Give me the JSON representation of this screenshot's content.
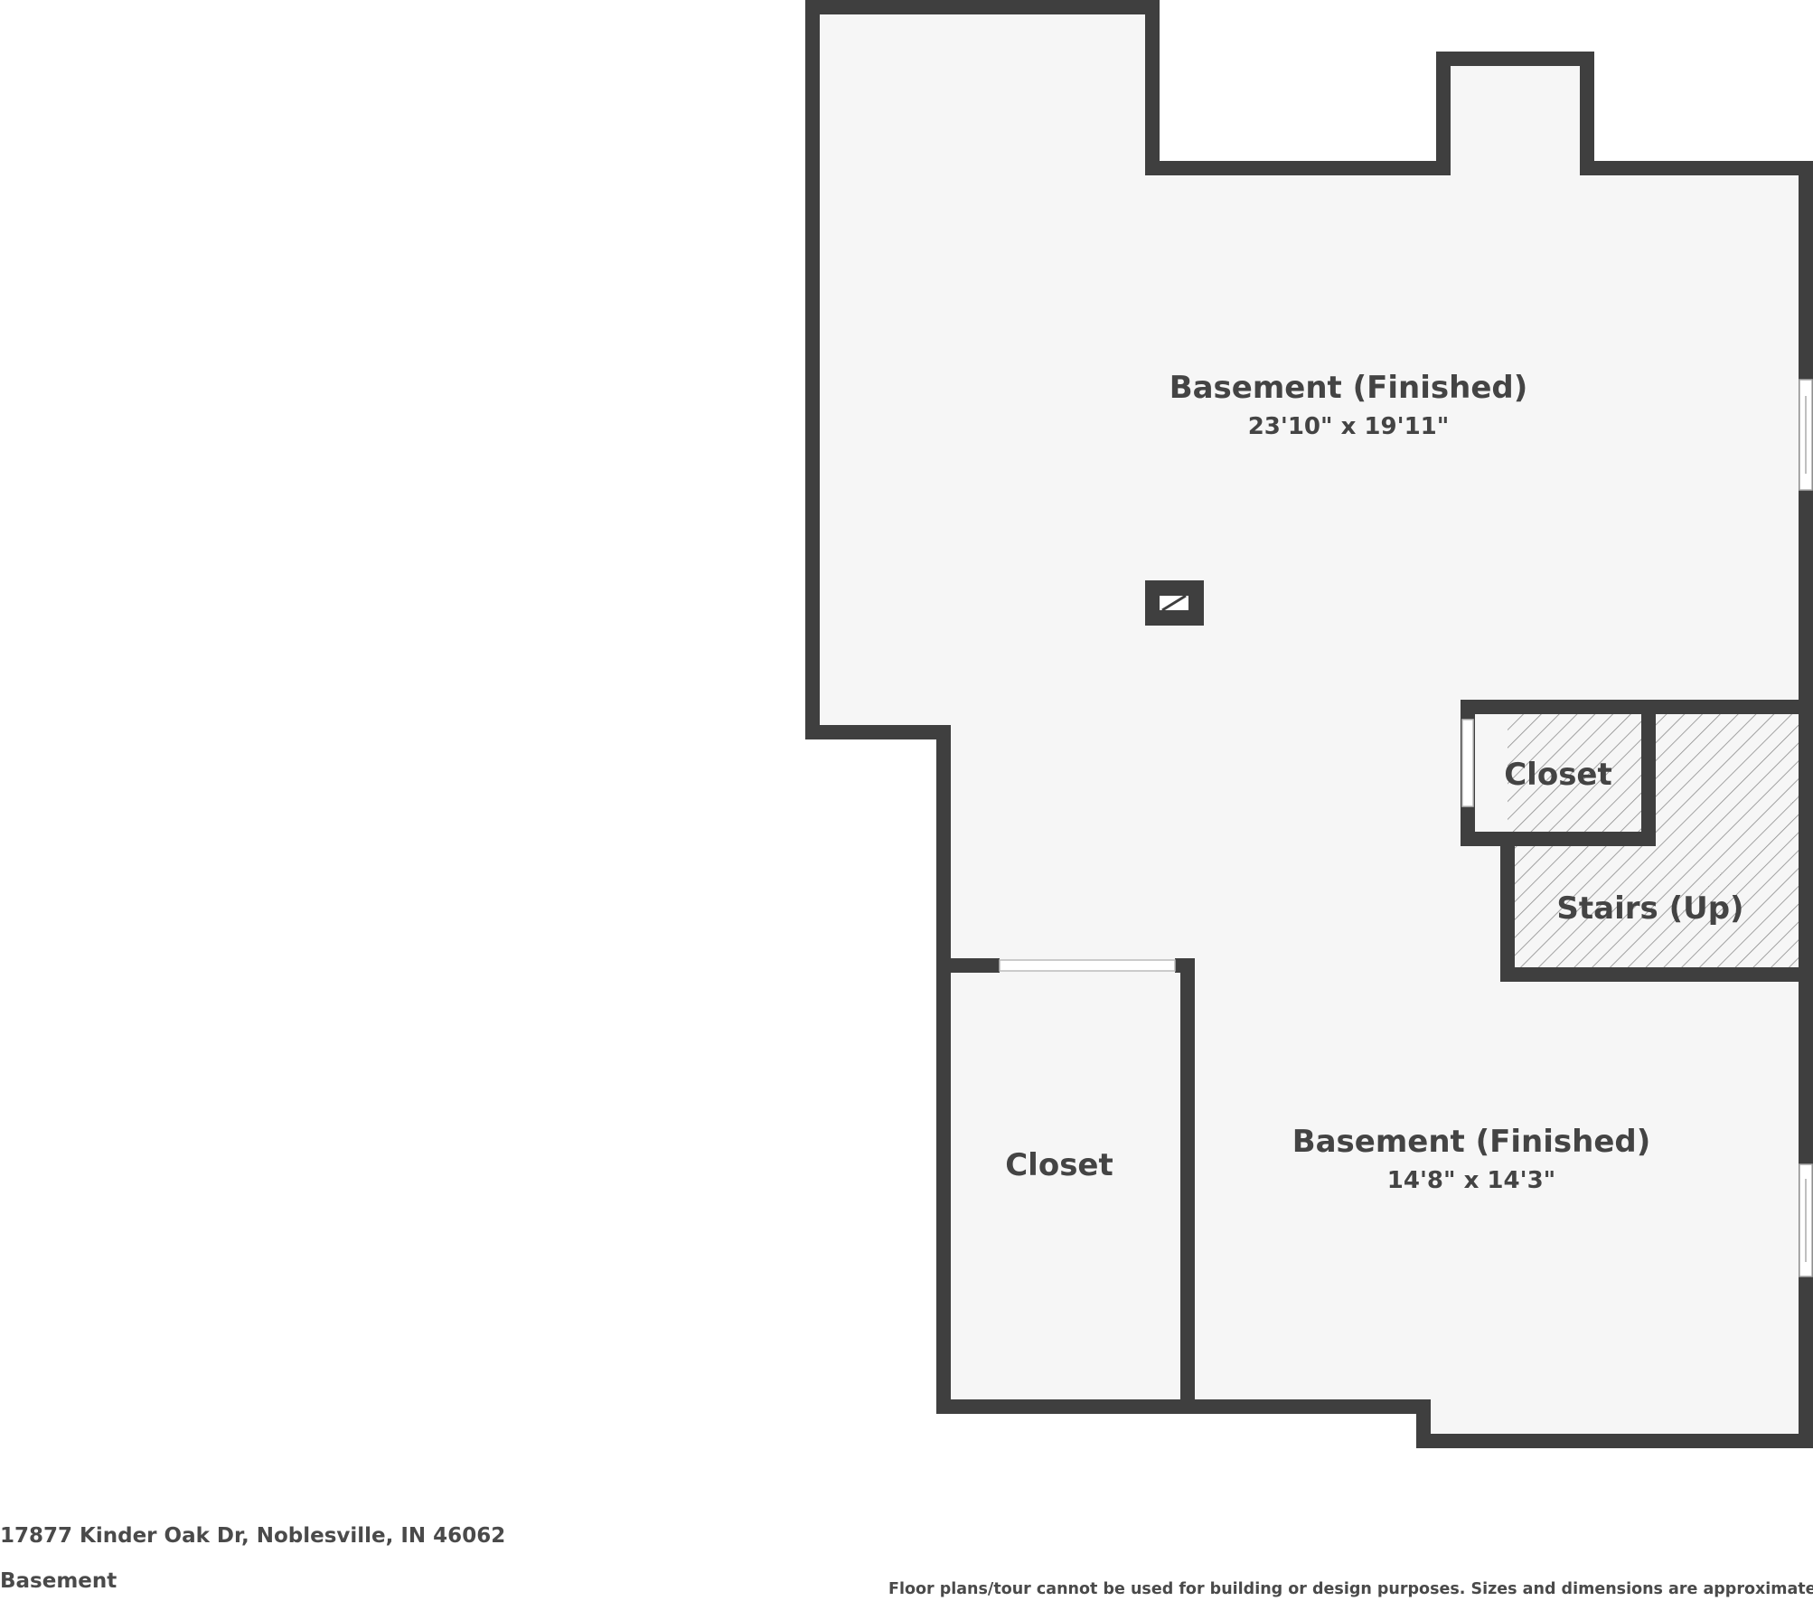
{
  "listing": {
    "address": "17877 Kinder Oak Dr, Noblesville, IN 46062",
    "floor_name": "Basement"
  },
  "disclaimer": "Floor plans/tour cannot be used for building or design purposes. Sizes and dimensions are approximate.",
  "rooms": {
    "main_basement": {
      "name": "Basement (Finished)",
      "dimensions": "23'10\" x 19'11\""
    },
    "lower_basement": {
      "name": "Basement (Finished)",
      "dimensions": "14'8\" x 14'3\""
    },
    "closet_upper": {
      "name": "Closet"
    },
    "closet_lower": {
      "name": "Closet"
    },
    "stairs": {
      "name": "Stairs (Up)"
    }
  },
  "colors": {
    "wall": "#3f3f3f",
    "floor": "#f6f6f6",
    "text": "#444444",
    "background": "#ffffff"
  }
}
